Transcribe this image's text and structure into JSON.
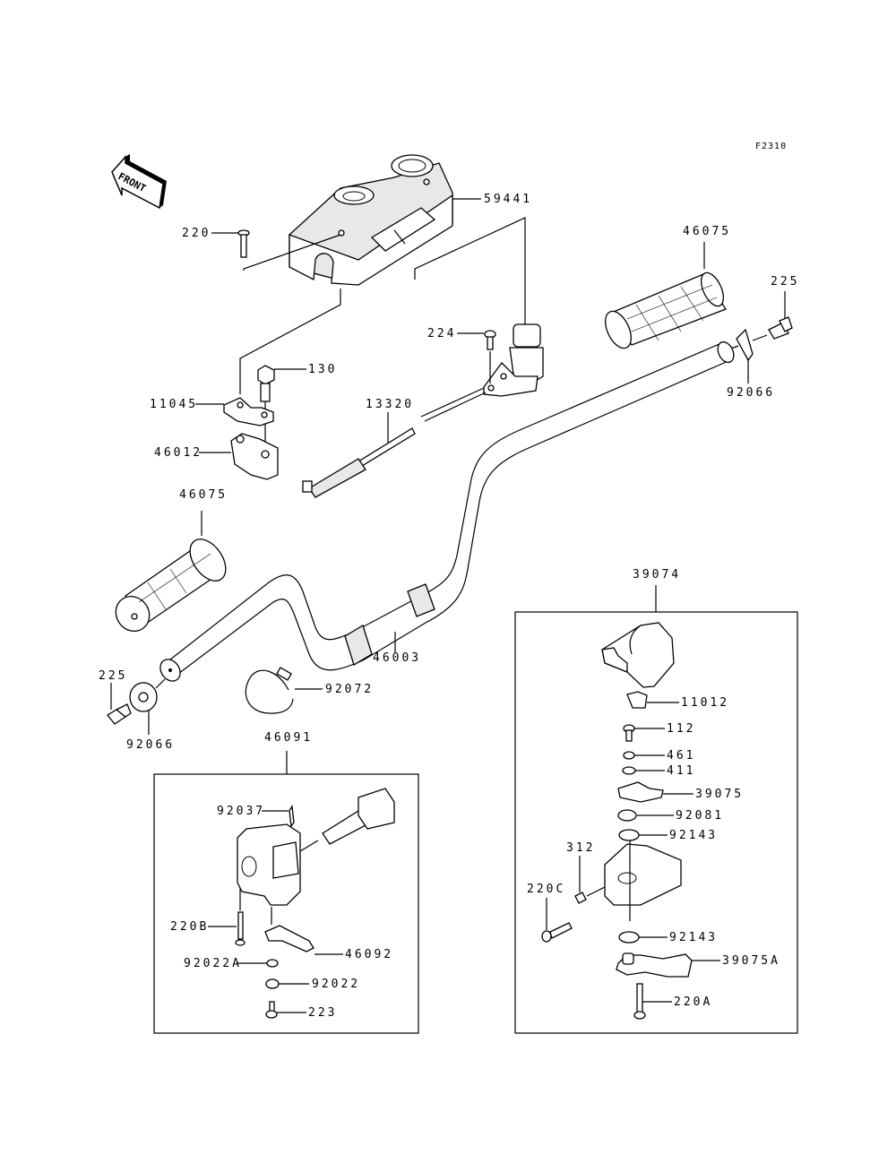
{
  "figure_id": "F2310",
  "front_indicator": "FRONT",
  "parts": {
    "cover": "59441",
    "screw_cover": "220",
    "screw_switch": "224",
    "right_grip": "46075",
    "right_bolt": "225",
    "right_cap": "92066",
    "clamp_bolt": "130",
    "plate": "11045",
    "holder": "46012",
    "cable": "13320",
    "left_grip": "46075",
    "handlebar": "46003",
    "left_bolt": "225",
    "left_cap": "92066",
    "band": "92072",
    "switch_assy": "46091",
    "throttle_assy": "39074"
  },
  "switch_group": {
    "assembly": "46091",
    "items": {
      "pin": "92037",
      "screw": "220B",
      "lever": "46092",
      "washer_a": "92022A",
      "washer": "92022",
      "nut": "223"
    }
  },
  "throttle_group": {
    "assembly": "39074",
    "items": {
      "spring_plate": "11012",
      "bolt": "112",
      "washer_461": "461",
      "washer_411": "411",
      "lever_plate": "39075",
      "spring": "92081",
      "seal_top": "92143",
      "nut": "312",
      "screw_c": "220C",
      "seal_bottom": "92143",
      "lever": "39075A",
      "screw_a": "220A"
    }
  }
}
